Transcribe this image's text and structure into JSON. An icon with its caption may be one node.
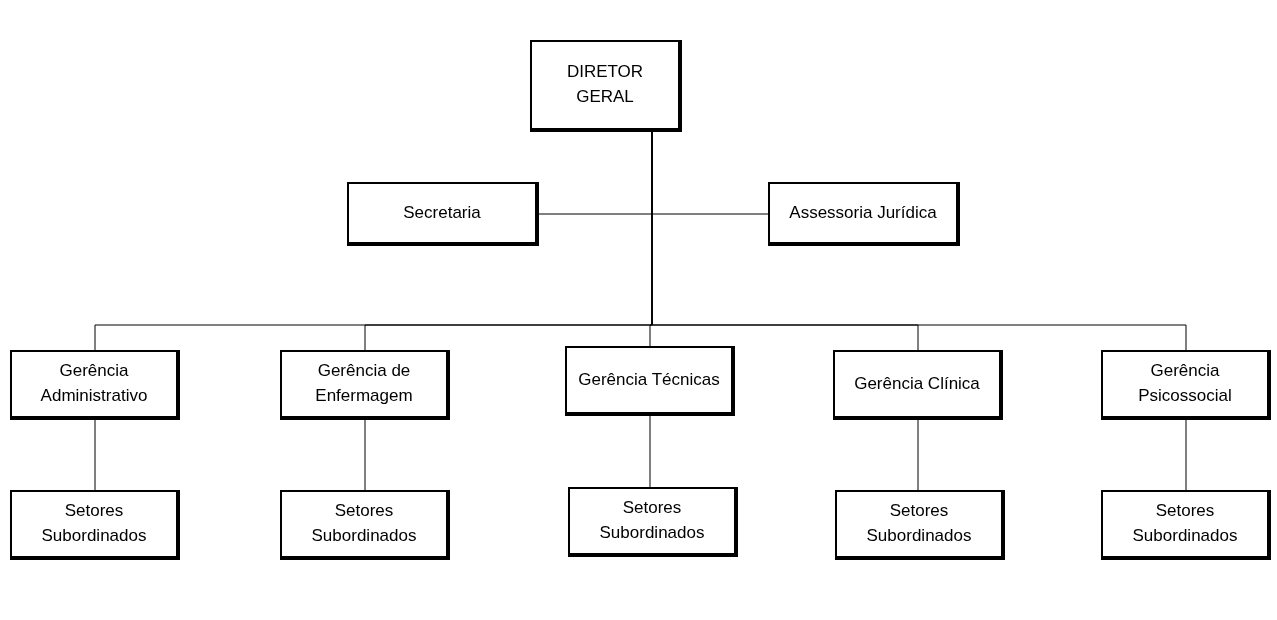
{
  "diagram": {
    "nodes": [
      {
        "text": [
          "DIRETOR GERAL"
        ]
      },
      {
        "text": [
          "Secretaria"
        ]
      },
      {
        "text": [
          "Assessoria Jurídica"
        ]
      },
      {
        "text": [
          "Gerência Administrativo"
        ]
      },
      {
        "text": [
          "Gerência de Enfermagem"
        ]
      },
      {
        "text": [
          "Gerência Técnicas"
        ]
      },
      {
        "text": [
          "Gerência Clínica"
        ]
      },
      {
        "text": [
          "Gerência Psicossocial"
        ]
      },
      {
        "text": [
          "Setores Subordinados"
        ]
      },
      {
        "text": [
          "Setores Subordinados"
        ]
      },
      {
        "text": [
          "Setores Subordinados"
        ]
      },
      {
        "text": [
          "Setores Subordinados"
        ]
      },
      {
        "text": [
          "Setores Subordinados"
        ]
      }
    ],
    "edges": [
      {
        "from": 0,
        "to": 1,
        "arrow": "none"
      },
      {
        "from": 0,
        "to": 2,
        "arrow": "none"
      },
      {
        "from": 0,
        "to": 3,
        "arrow": "none"
      },
      {
        "from": 0,
        "to": 4,
        "arrow": "none"
      },
      {
        "from": 0,
        "to": 5,
        "arrow": "none"
      },
      {
        "from": 0,
        "to": 6,
        "arrow": "none"
      },
      {
        "from": 0,
        "to": 7,
        "arrow": "none"
      },
      {
        "from": 3,
        "to": 8,
        "arrow": "none"
      },
      {
        "from": 4,
        "to": 9,
        "arrow": "none"
      },
      {
        "from": 5,
        "to": 10,
        "arrow": "none"
      },
      {
        "from": 6,
        "to": 11,
        "arrow": "none"
      },
      {
        "from": 7,
        "to": 12,
        "arrow": "none"
      }
    ]
  }
}
